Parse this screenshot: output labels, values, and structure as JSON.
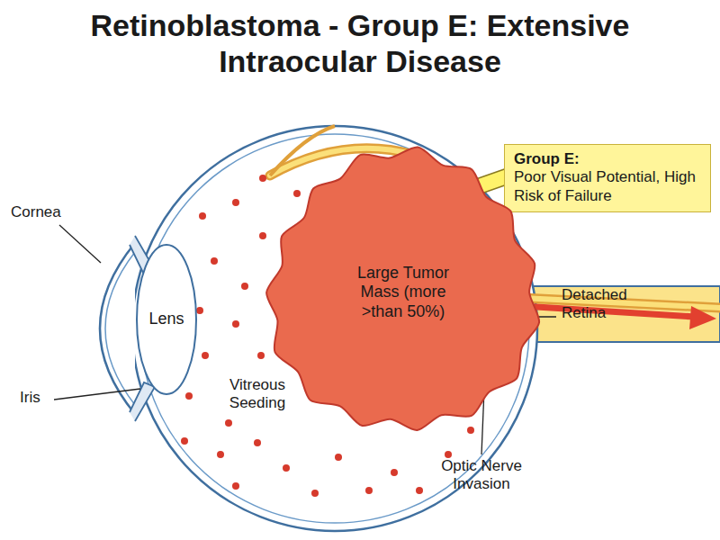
{
  "diagram": {
    "title": "Retinoblastoma - Group E: Extensive Intraocular Disease",
    "nodes": [
      {
        "text": [
          "Group E:",
          "Poor Visual Potential, High Risk of Failure"
        ]
      },
      {
        "text": [
          "Large Tumor Mass (more >than 50%)"
        ]
      },
      {
        "text": [
          "Lens"
        ]
      }
    ],
    "labels": [
      "Cornea",
      "Iris",
      "Vitreous Seeding",
      "Detached Retina",
      "Optic Nerve Invasion"
    ]
  }
}
